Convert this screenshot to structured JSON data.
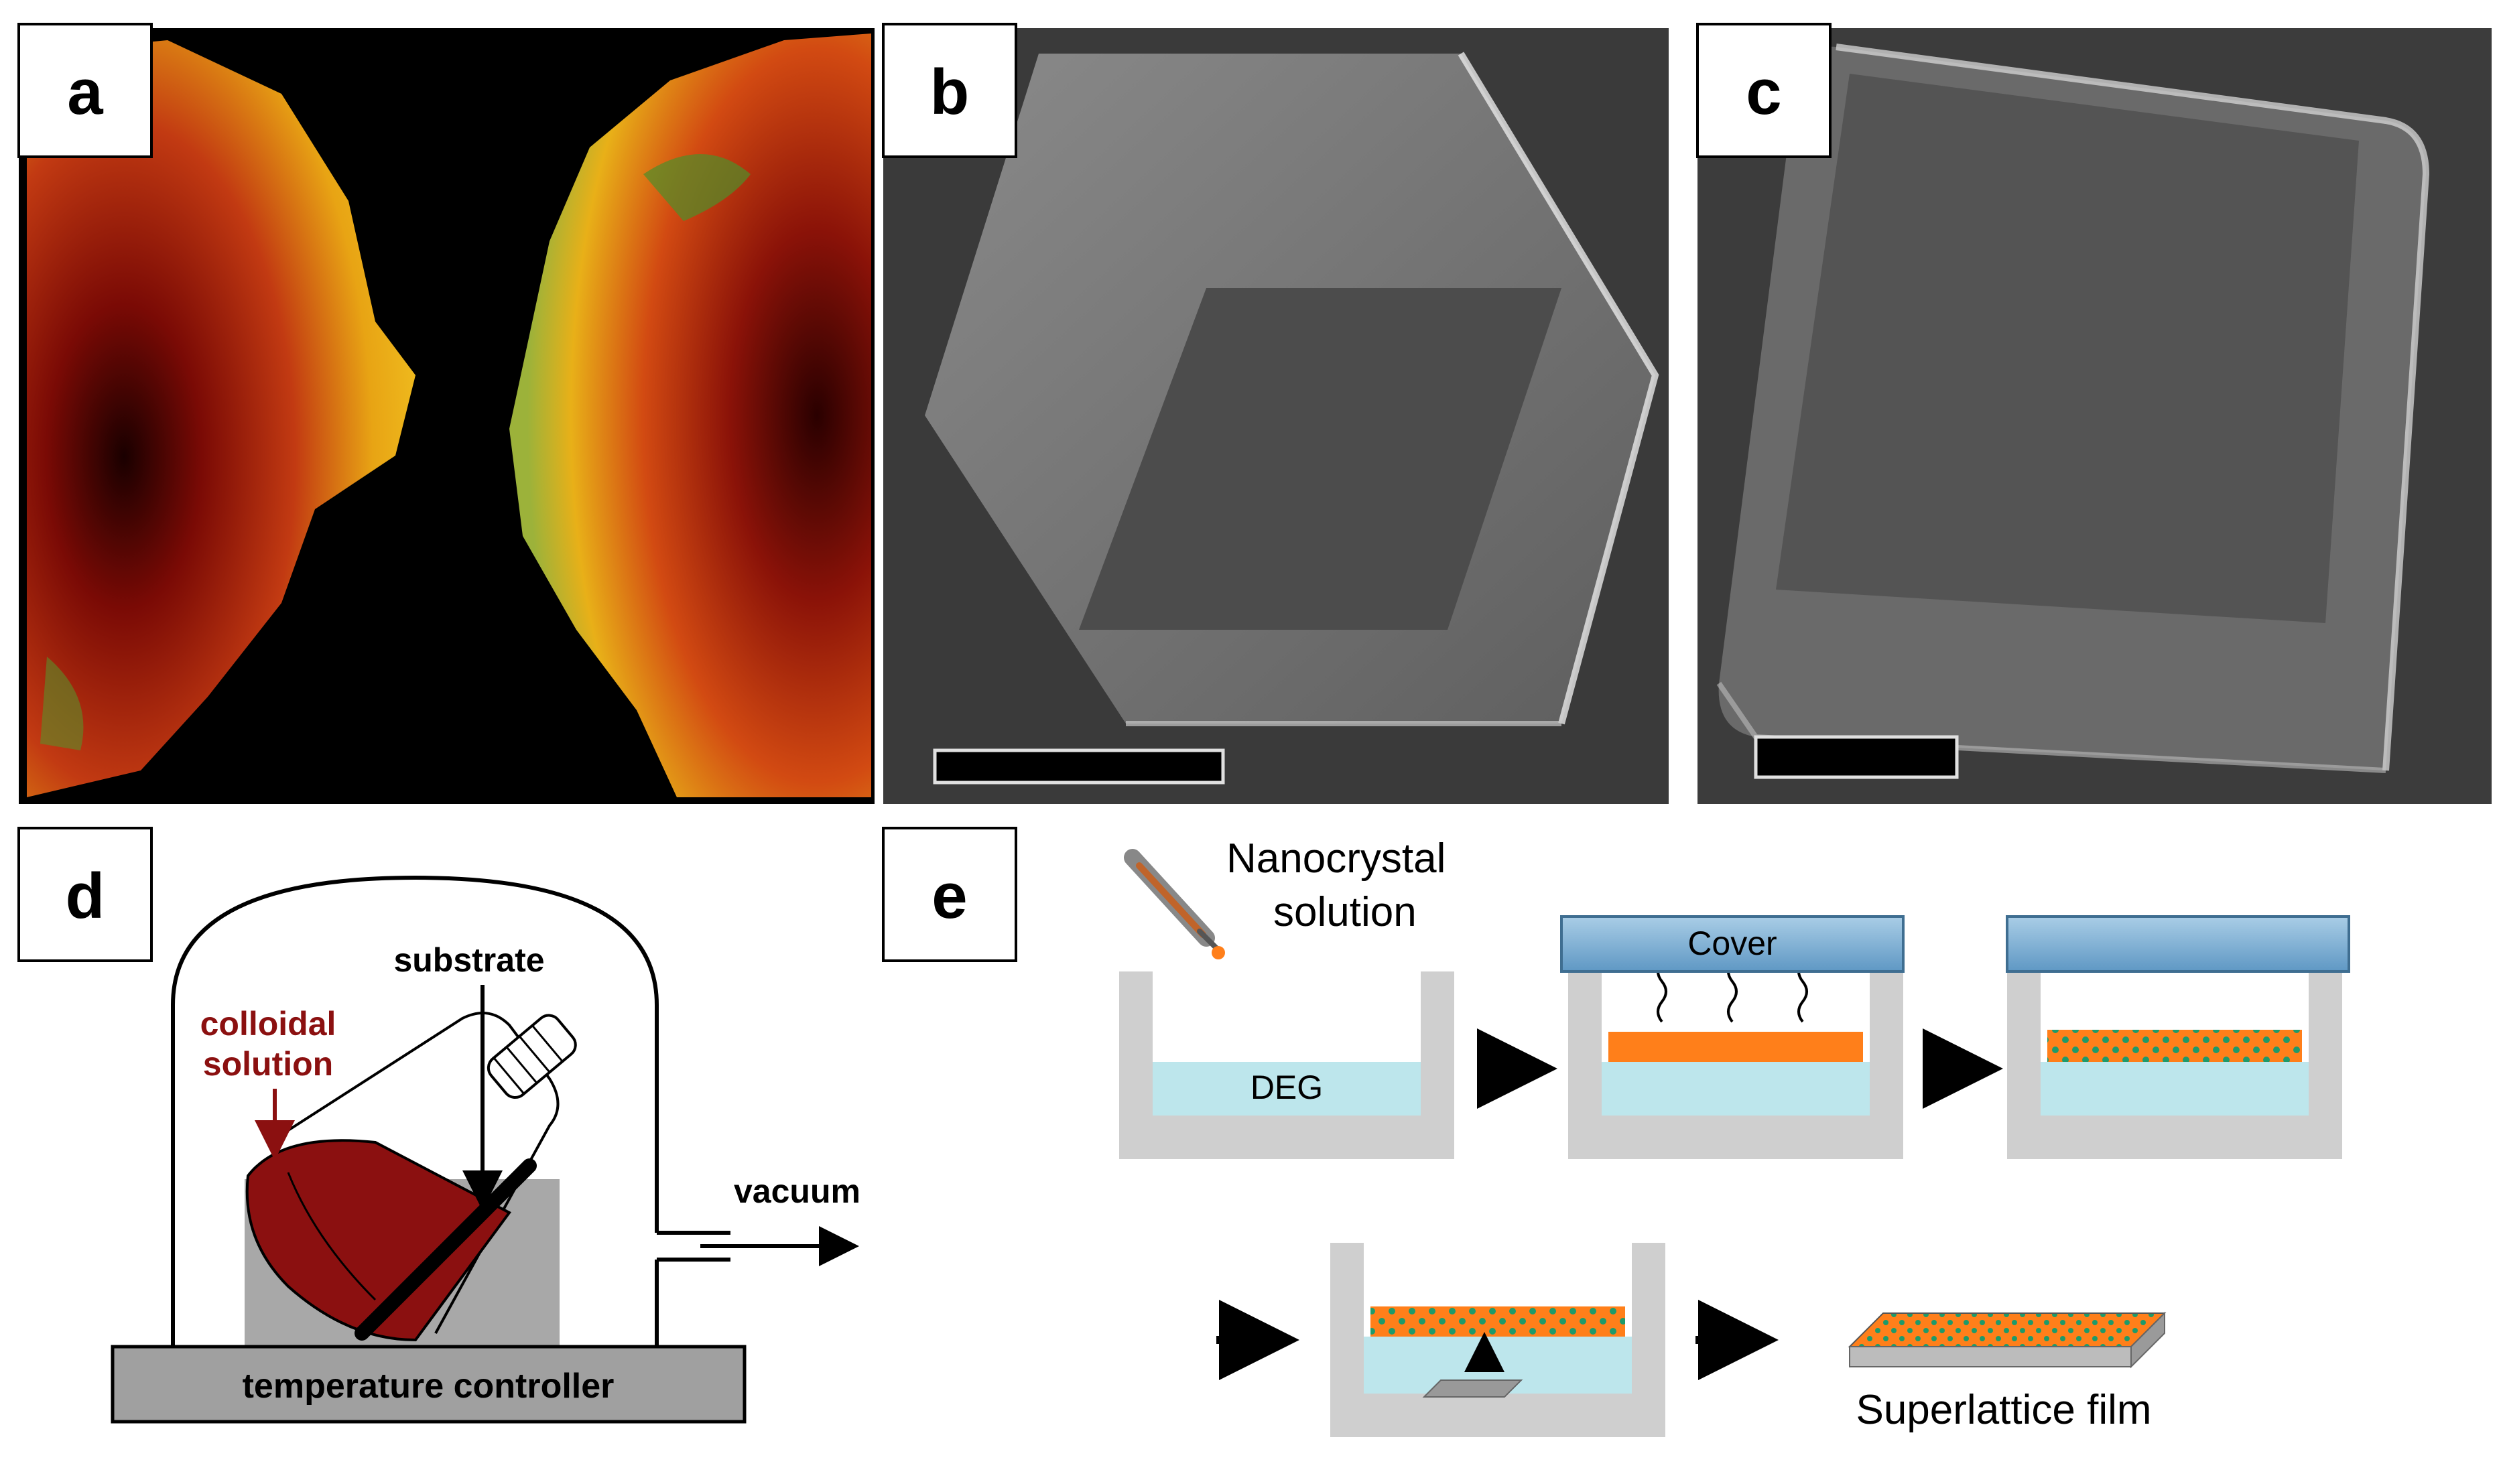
{
  "panels": {
    "a": {
      "label": "a"
    },
    "b": {
      "label": "b"
    },
    "c": {
      "label": "c"
    },
    "d": {
      "label": "d",
      "substrate": "substrate",
      "colloidal_line1": "colloidal",
      "colloidal_line2": "solution",
      "vacuum": "vacuum",
      "controller": "temperature controller"
    },
    "e": {
      "label": "e",
      "nano_line1": "Nanocrystal",
      "nano_line2": "solution",
      "deg": "DEG",
      "cover": "Cover",
      "superlattice": "Superlattice film"
    }
  },
  "colors": {
    "solution_red": "#8b1010",
    "liquid_cyan": "#bde6ec",
    "nc_orange": "#ff7f1a",
    "nc_green": "#1e9a6a",
    "cover_blue": "#7fb4d8",
    "trough_gray": "#cfcfcf"
  }
}
